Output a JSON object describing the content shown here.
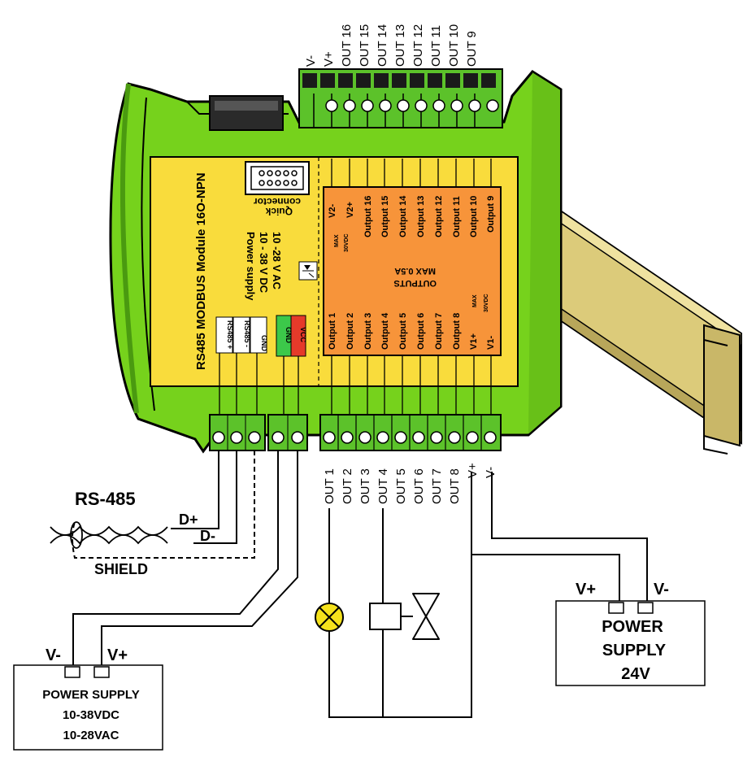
{
  "module": {
    "title": "RS485 MODBUS Module 16O-NPN",
    "power_label_1": "Power supply",
    "power_label_2": "10 - 38 V DC",
    "power_label_3": "10 -28 V AC",
    "quick_label_1": "Quick",
    "quick_label_2": "connector",
    "rs485_plus": "RS485 +",
    "rs485_minus": "RS485 -",
    "gnd": "GND",
    "pwr_gnd": "GND",
    "pwr_vcc": "VCC",
    "outputs_title_1": "OUTPUTS",
    "outputs_title_2": "MAX 0.5A",
    "max_label": "MAX",
    "max_volt": "30VDC",
    "upper_panel_labels": [
      "V2-",
      "V2+",
      "Output 16",
      "Output 15",
      "Output 14",
      "Output 13",
      "Output 12",
      "Output 11",
      "Output 10",
      "Output 9"
    ],
    "lower_panel_labels": [
      "Output 1",
      "Output 2",
      "Output 3",
      "Output 4",
      "Output 5",
      "Output 6",
      "Output 7",
      "Output 8",
      "V1+",
      "V1-"
    ]
  },
  "top_terminals": [
    "V-",
    "V+",
    "OUT 16",
    "OUT 15",
    "OUT 14",
    "OUT 13",
    "OUT 12",
    "OUT 11",
    "OUT 10",
    "OUT 9"
  ],
  "bottom_terminals": [
    "OUT 1",
    "OUT 2",
    "OUT 3",
    "OUT 4",
    "OUT 5",
    "OUT 6",
    "OUT 7",
    "OUT 8",
    "V+",
    "V-"
  ],
  "rs485": {
    "title": "RS-485",
    "d_plus": "D+",
    "d_minus": "D-",
    "shield": "SHIELD"
  },
  "psu_left": {
    "v_minus": "V-",
    "v_plus": "V+",
    "line1": "POWER SUPPLY",
    "line2": "10-38VDC",
    "line3": "10-28VAC"
  },
  "psu_right": {
    "v_plus": "V+",
    "v_minus": "V-",
    "line1": "POWER",
    "line2": "SUPPLY",
    "line3": "24V"
  },
  "colors": {
    "housing_green": "#76d21c",
    "label_yellow": "#f9dc3c",
    "outputs_orange": "#f7943a",
    "terminal_green": "#5cc22a",
    "rail_tan": "#dccb7a",
    "lamp_yellow": "#f5e21c",
    "gnd_green": "#3cc84a",
    "vcc_red": "#e53a2a"
  }
}
